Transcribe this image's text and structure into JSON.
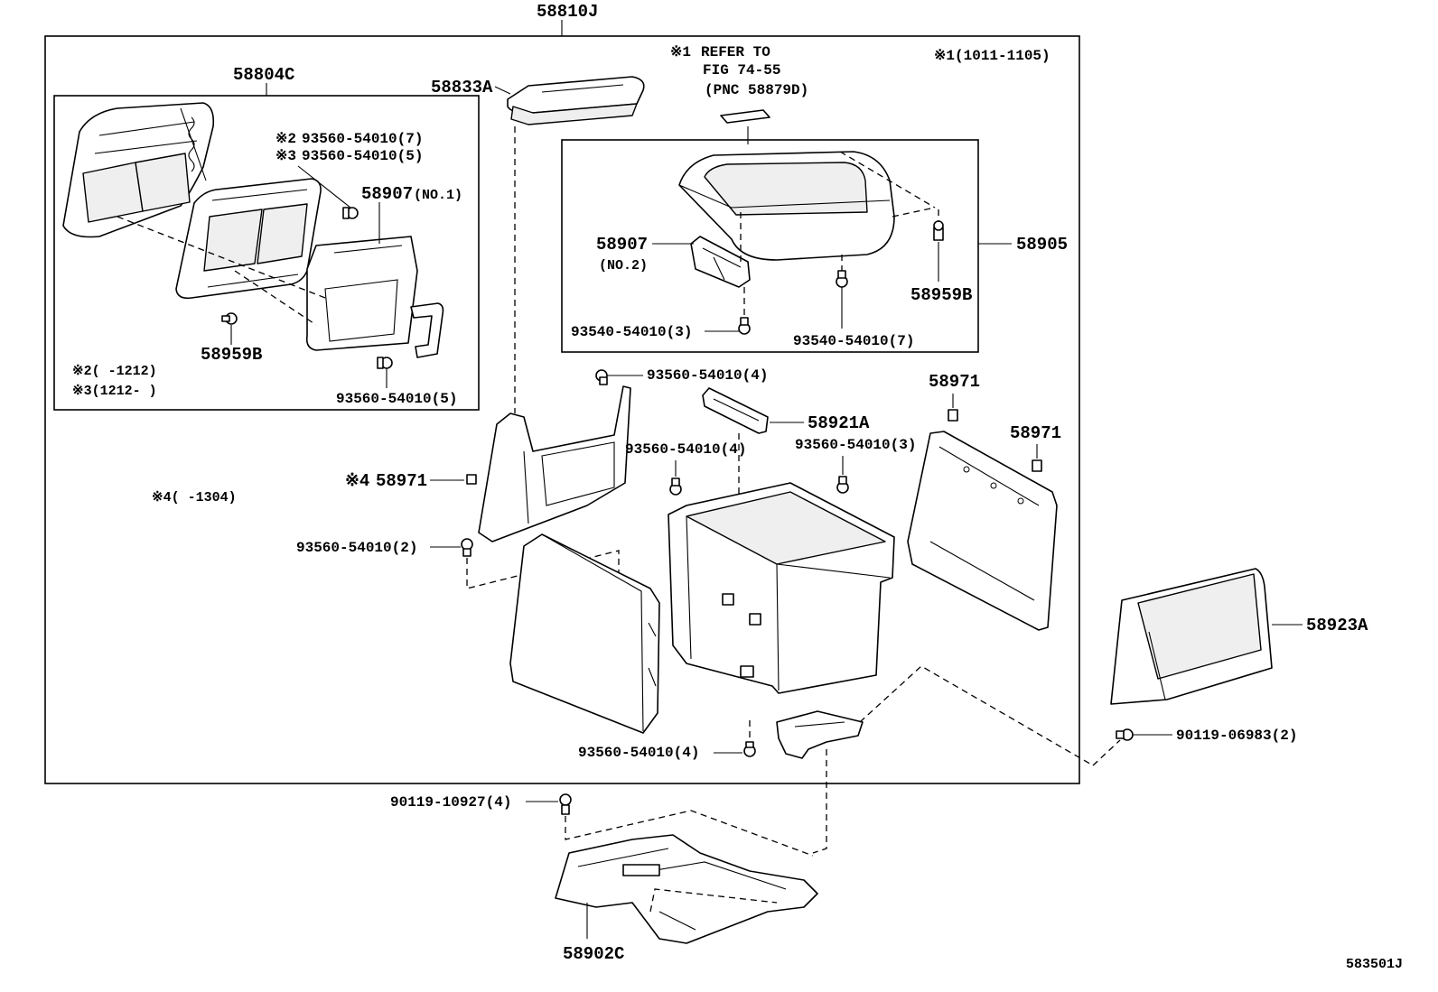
{
  "labels": {
    "top_assembly": "58810J",
    "sub_assembly": "58804C",
    "lid_top": "58833A",
    "refer_mark": "※1",
    "refer_line1": "REFER TO",
    "refer_line2": "FIG 74-55",
    "refer_line3": "(PNC 58879D)",
    "note_1": "※1(1011-1105)",
    "note_2a": "※2",
    "part_2a": "93560-54010(7)",
    "note_3a": "※3",
    "part_3a": "93560-54010(5)",
    "hinge_no1": "58907",
    "hinge_no1_suffix": "(NO.1)",
    "clip_left": "58959B",
    "note_2_range": "※2(   -1212)",
    "note_3_range": "※3(1212-   )",
    "bolt_left_bottom": "93560-54010(5)",
    "hinge_no2": "58907",
    "hinge_no2_suffix": "(NO.2)",
    "armrest": "58905",
    "clip_right": "58959B",
    "screw_hinge": "93540-54010(3)",
    "screw_armrest": "93540-54010(7)",
    "bolt_upper_mid": "93560-54010(4)",
    "bracket": "58921A",
    "clip_upper_right": "58971",
    "clip_right_panel": "58971",
    "bolt_mid_left": "93560-54010(4)",
    "bolt_mid_right": "93560-54010(3)",
    "note_4a": "※4",
    "clip_mid_left": "58971",
    "note_4_range": "※4(   -1304)",
    "bolt_lower_left": "93560-54010(2)",
    "rear_cover": "58923A",
    "screw_rear": "90119-06983(2)",
    "bolt_lower_mid": "93560-54010(4)",
    "bolt_bracket": "90119-10927(4)",
    "base_bracket": "58902C",
    "figure_code": "583501J"
  },
  "icons": [
    "bolt-icon",
    "clip-icon",
    "screw-icon"
  ]
}
